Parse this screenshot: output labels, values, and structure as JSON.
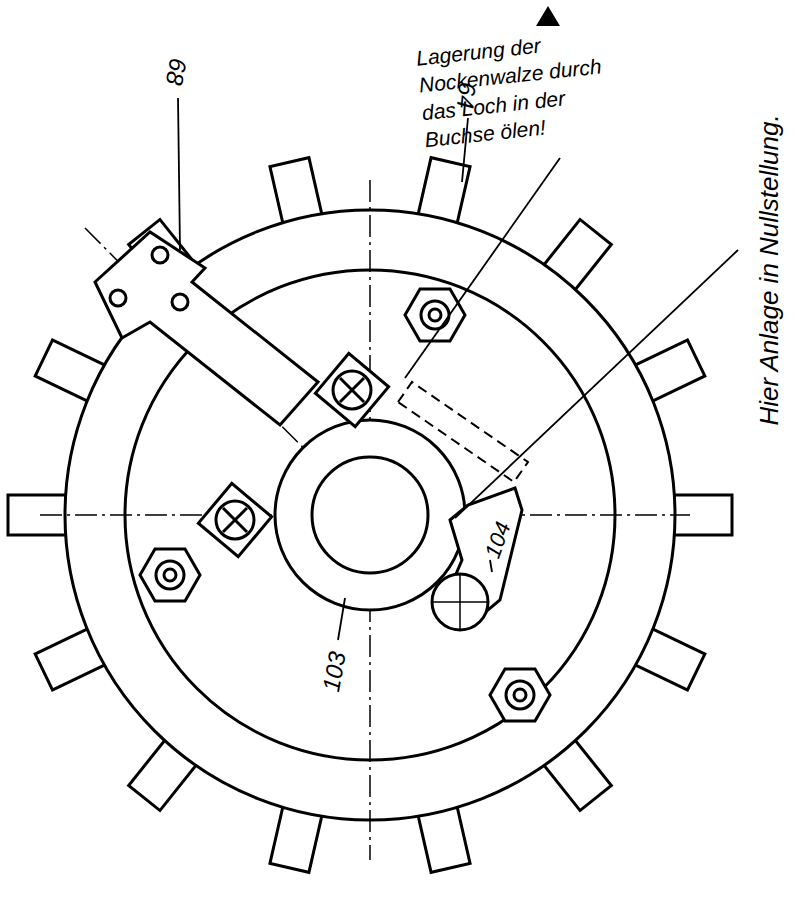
{
  "diagram": {
    "labels": [
      "Lagerung der Nockenwalze durch das Loch in der Buchse ölen!",
      "Hier Anlage in Nullstellung.",
      "68",
      "64",
      "103",
      "104"
    ]
  }
}
